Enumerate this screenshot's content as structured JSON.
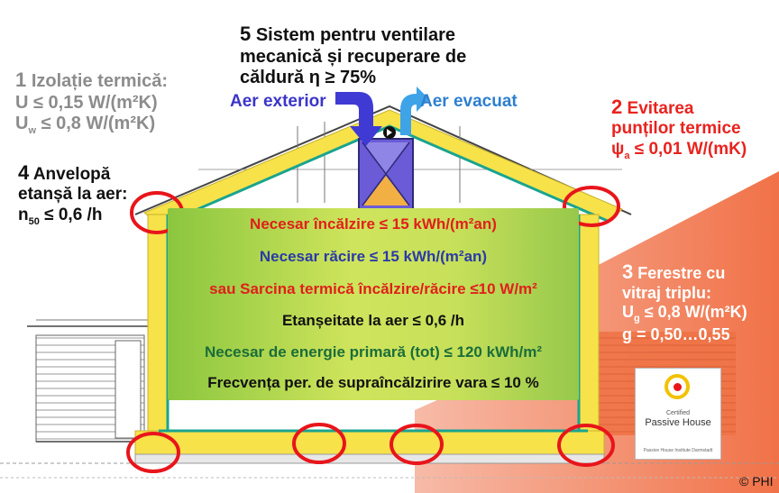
{
  "labels": {
    "ventilation": {
      "num": "5",
      "l1": "Sistem pentru ventilare",
      "l2": "mecanică și recuperare de",
      "l3": "căldură η  ≥ 75%"
    },
    "air_in": "Aer exterior",
    "air_out": "Aer evacuat",
    "insulation": {
      "num": "1",
      "title": "Izolație termică:",
      "u": "U ≤ 0,15 W/(m²K)",
      "uw_pre": "U",
      "uw_sub": "w",
      "uw_post": " ≤ 0,8 W/(m²K)"
    },
    "envelope": {
      "num": "4",
      "l1": "Anvelopă",
      "l2": "etanșă la aer:",
      "n_pre": "n",
      "n_sub": "50",
      "n_post": " ≤ 0,6 /h"
    },
    "bridges": {
      "num": "2",
      "l1": "Evitarea",
      "l2": "punților termice",
      "psi_pre": "ψ",
      "psi_sub": "a",
      "psi_post": " ≤ 0,01 W/(mK)"
    },
    "windows": {
      "num": "3",
      "l1": "Ferestre cu",
      "l2": "vitraj triplu:",
      "u_pre": "U",
      "u_sub": "g",
      "u_post": " ≤ 0,8 W/(m²K)",
      "g": "g = 0,50…0,55"
    }
  },
  "requirements": [
    {
      "text": "Necesar încălzire ≤ 15 kWh/(m²an)",
      "color": "#e0201b"
    },
    {
      "text": "Necesar răcire ≤ 15 kWh/(m²an)",
      "color": "#2b3aa8"
    },
    {
      "text": "sau Sarcina termică încălzire/răcire ≤10 W/m²",
      "color": "#e0201b"
    },
    {
      "text": "Etanșeitate la aer ≤ 0,6 /h",
      "color": "#111111"
    },
    {
      "text": "Necesar de energie primară (tot) ≤ 120 kWh/m²",
      "color": "#1b6d3a"
    },
    {
      "text": "Frecvența per. de supraîncălzirire vara ≤ 10 %",
      "color": "#111111"
    }
  ],
  "logo": {
    "small": "Certified",
    "main": "Passive House",
    "foot": "Passive House Institute Darmstadt"
  },
  "copyright": "© PHI",
  "colors": {
    "insulation": "#f7e24a",
    "airtight": "#1aa48f",
    "panel": "#c6df5a",
    "highlight_ring": "#e8151b",
    "window_zone": "#ec6a3c"
  }
}
